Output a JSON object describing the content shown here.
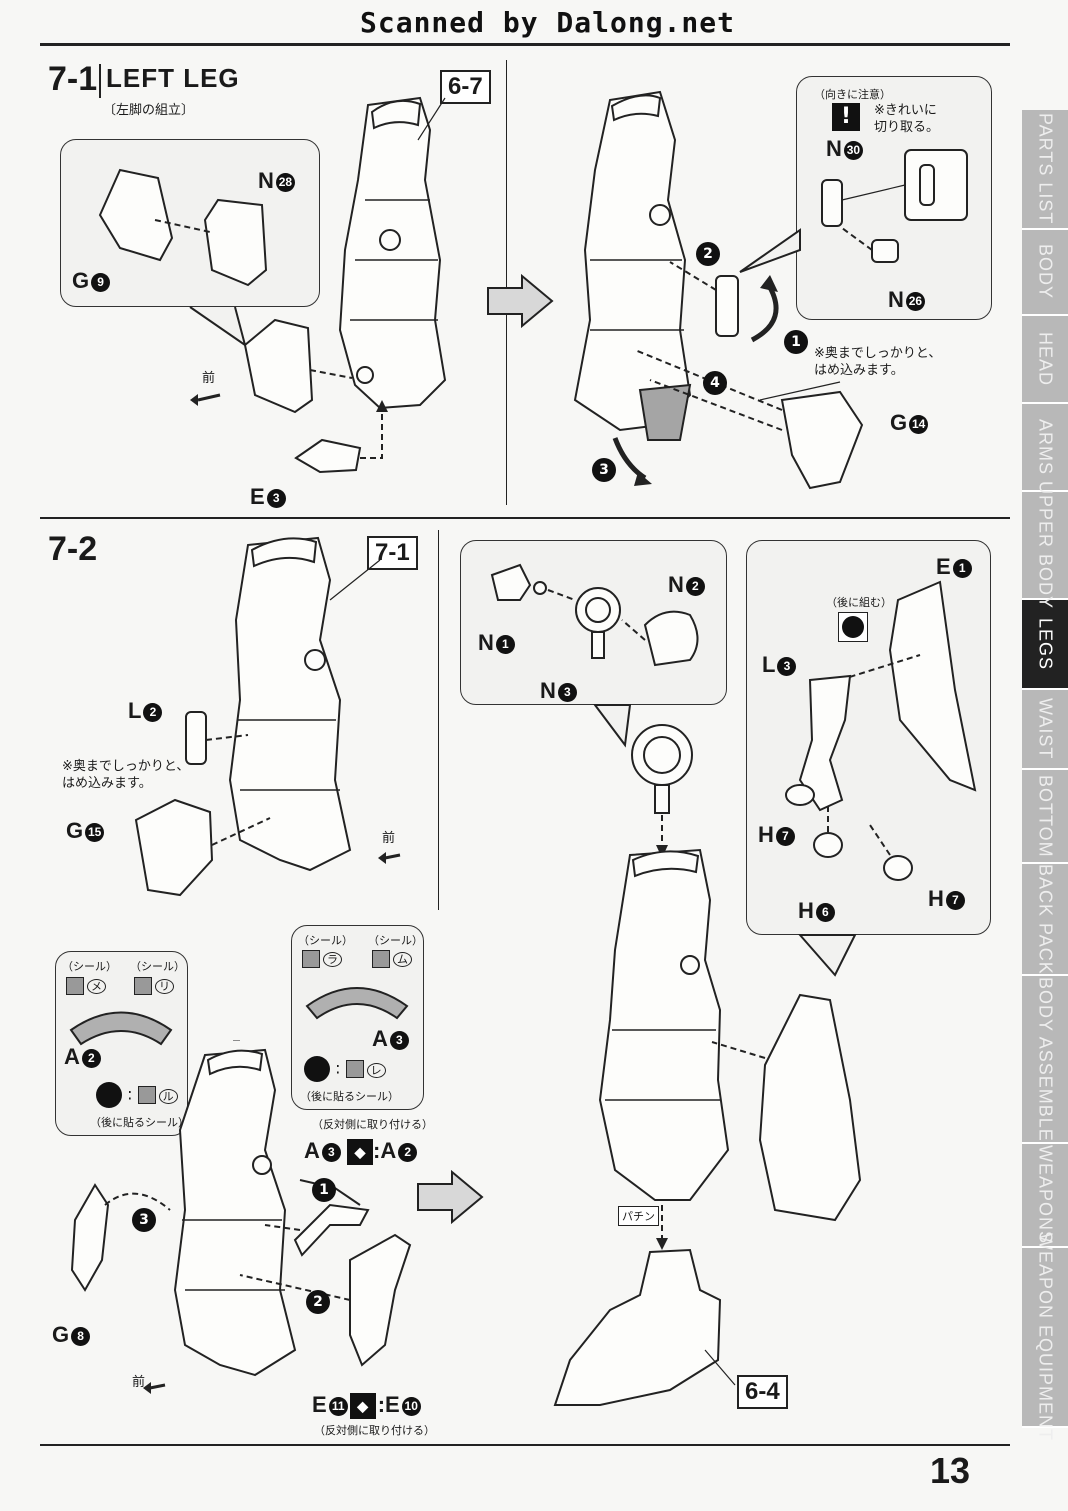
{
  "header": {
    "scan_credit": "Scanned by Dalong.net"
  },
  "step_7_1": {
    "number": "7-1",
    "title": "LEFT LEG",
    "subtitle": "〔左脚の組立〕",
    "ref": "6-7",
    "parts": {
      "n28": "N",
      "n28_num": "28",
      "g9": "G",
      "g9_num": "9",
      "e3": "E",
      "e3_num": "3"
    },
    "front_label": "前"
  },
  "step_7_1b": {
    "caution_label": "（向きに注意）",
    "caution_note": "※きれいに\n切り取る。",
    "n30": "N",
    "n30_num": "30",
    "n26": "N",
    "n26_num": "26",
    "g14": "G",
    "g14_num": "14",
    "note": "※奥までしっかりと、\nはめ込みます。",
    "steps": [
      "1",
      "2",
      "3",
      "4"
    ]
  },
  "step_7_2": {
    "number": "7-2",
    "ref_top": "7-1",
    "l2": "L",
    "l2_num": "2",
    "g15": "G",
    "g15_num": "15",
    "note": "※奥までしっかりと、\nはめ込みます。",
    "front_label": "前",
    "sticker_label": "（シール）",
    "a2": "A",
    "a2_num": "2",
    "a3": "A",
    "a3_num": "3",
    "after_sticker": "（後に貼るシール）",
    "opposite_side": "（反対側に取り付ける）",
    "a3a2_left": "A",
    "a3a2_left_num": "3",
    "a3a2_right": "A",
    "a3a2_right_num": "2",
    "g8": "G",
    "g8_num": "8",
    "e11": "E",
    "e11_num": "11",
    "e10": "E",
    "e10_num": "10",
    "sticker_me": "メ",
    "sticker_ri": "リ",
    "sticker_ru": "ル",
    "sticker_ra": "ラ",
    "sticker_mu": "ム",
    "sticker_re": "レ",
    "n1": "N",
    "n1_num": "1",
    "n2": "N",
    "n2_num": "2",
    "n3": "N",
    "n3_num": "3",
    "e1": "E",
    "e1_num": "1",
    "l3": "L",
    "l3_num": "3",
    "h7a": "H",
    "h7a_num": "7",
    "h7b": "H",
    "h7b_num": "7",
    "h6": "H",
    "h6_num": "6",
    "later_assembly": "（後に組む）",
    "snap": "パチン",
    "ref_bottom": "6-4"
  },
  "sidebar": {
    "tabs": [
      "PARTS LIST",
      "BODY",
      "HEAD",
      "ARMS",
      "UPPER BODY",
      "LEGS",
      "WAIST",
      "BOTTOM",
      "BACK PACK",
      "BODY ASSEMBLE",
      "WEAPONS",
      "WEAPON EQUIPMENT"
    ],
    "active": "LEGS"
  },
  "page_number": "13"
}
